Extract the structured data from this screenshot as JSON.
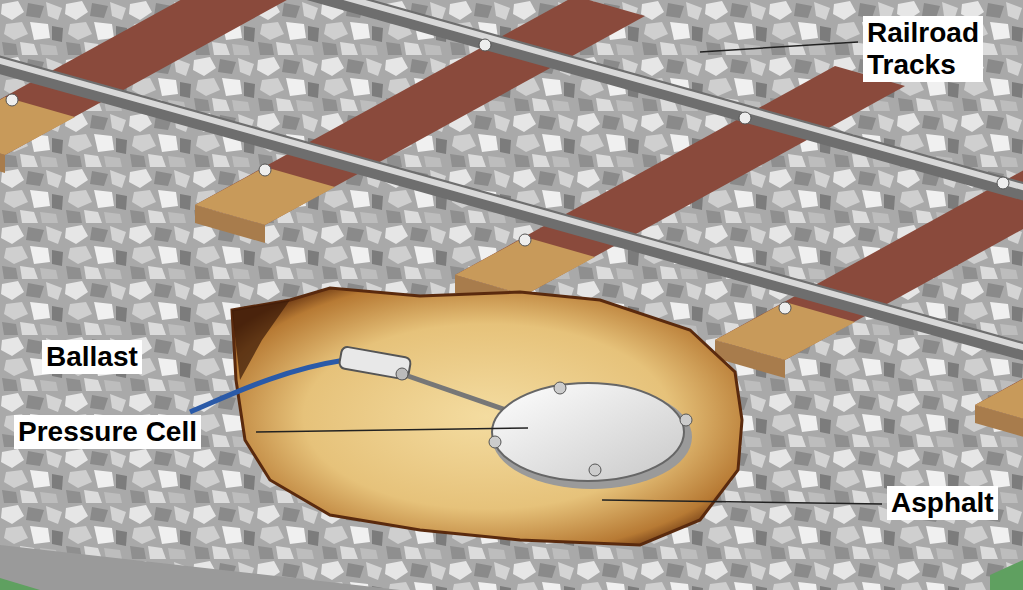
{
  "diagram": {
    "labels": [
      "Railroad Tracks",
      "Ballast",
      "Pressure Cell",
      "Asphalt"
    ]
  }
}
